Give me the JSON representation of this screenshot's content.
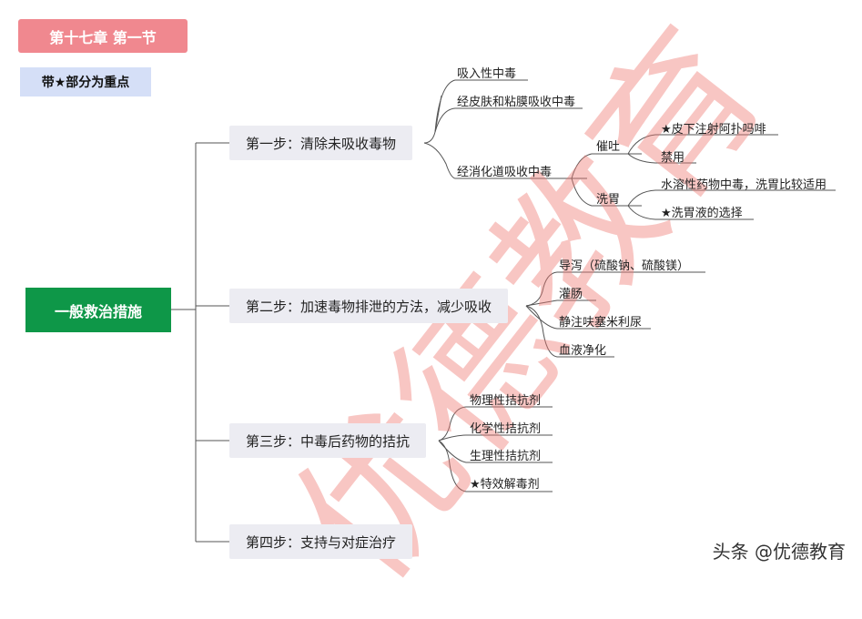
{
  "header": {
    "chapter": "第十七章  第一节",
    "focus_note": "带★部分为重点"
  },
  "root": {
    "label": "一般救治措施"
  },
  "steps": [
    {
      "label": "第一步：清除未吸收毒物",
      "children": [
        {
          "label": "吸入性中毒"
        },
        {
          "label": "经皮肤和粘膜吸收中毒"
        },
        {
          "label": "经消化道吸收中毒",
          "children": [
            {
              "label": "催吐",
              "children": [
                {
                  "label": "★皮下注射阿扑吗啡"
                },
                {
                  "label": "禁用"
                }
              ]
            },
            {
              "label": "洗胃",
              "children": [
                {
                  "label": "水溶性药物中毒，洗胃比较适用"
                },
                {
                  "label": "★洗胃液的选择"
                }
              ]
            }
          ]
        }
      ]
    },
    {
      "label": "第二步：加速毒物排泄的方法，减少吸收",
      "children": [
        {
          "label": "导泻（硫酸钠、硫酸镁）"
        },
        {
          "label": "灌肠"
        },
        {
          "label": "静注呋塞米利尿"
        },
        {
          "label": "血液净化"
        }
      ]
    },
    {
      "label": "第三步：中毒后药物的拮抗",
      "children": [
        {
          "label": "物理性拮抗剂"
        },
        {
          "label": "化学性拮抗剂"
        },
        {
          "label": "生理性拮抗剂"
        },
        {
          "label": "★特效解毒剂"
        }
      ]
    },
    {
      "label": "第四步：支持与对症治疗"
    }
  ],
  "watermark": "优德教育",
  "footer": {
    "credit": "头条 @优德教育"
  },
  "colors": {
    "chapter_bg": "#f0888f",
    "note_bg": "#d5dff7",
    "root_bg": "#0e9748",
    "step_bg": "#ececf2",
    "line": "#555555",
    "watermark": "#ee7870"
  }
}
